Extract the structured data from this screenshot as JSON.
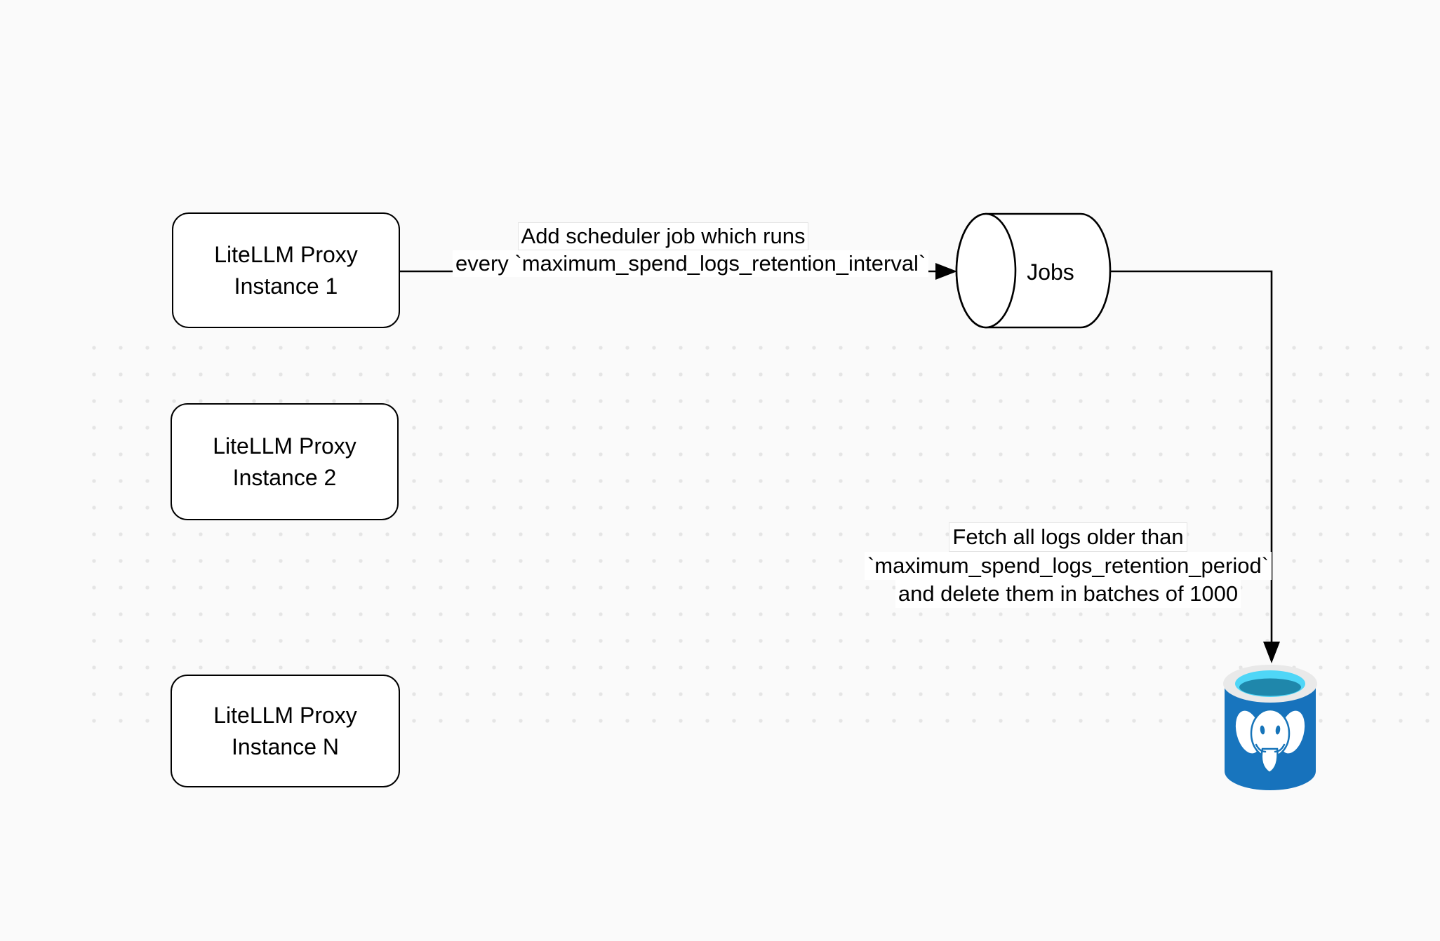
{
  "canvas": {
    "background_color": "#fafafa",
    "dot_color": "#e5e5e5",
    "stroke_color": "#000000"
  },
  "nodes": {
    "instance1": {
      "line1": "LiteLLM Proxy",
      "line2": "Instance 1"
    },
    "instance2": {
      "line1": "LiteLLM Proxy",
      "line2": "Instance 2"
    },
    "instanceN": {
      "line1": "LiteLLM Proxy",
      "line2": "Instance N"
    },
    "jobs": {
      "label": "Jobs"
    },
    "postgres": {
      "icon": "postgresql-database-icon",
      "blue": "#1772bc",
      "cyan": "#4fd6f7",
      "rim": "#e9e9e9"
    }
  },
  "edges": {
    "scheduler": {
      "line1": "Add scheduler job which runs",
      "line2": "every `maximum_spend_logs_retention_interval`"
    },
    "fetch": {
      "line1": "Fetch all logs older than",
      "line2": "`maximum_spend_logs_retention_period`",
      "line3": "and delete them in batches of 1000"
    }
  }
}
